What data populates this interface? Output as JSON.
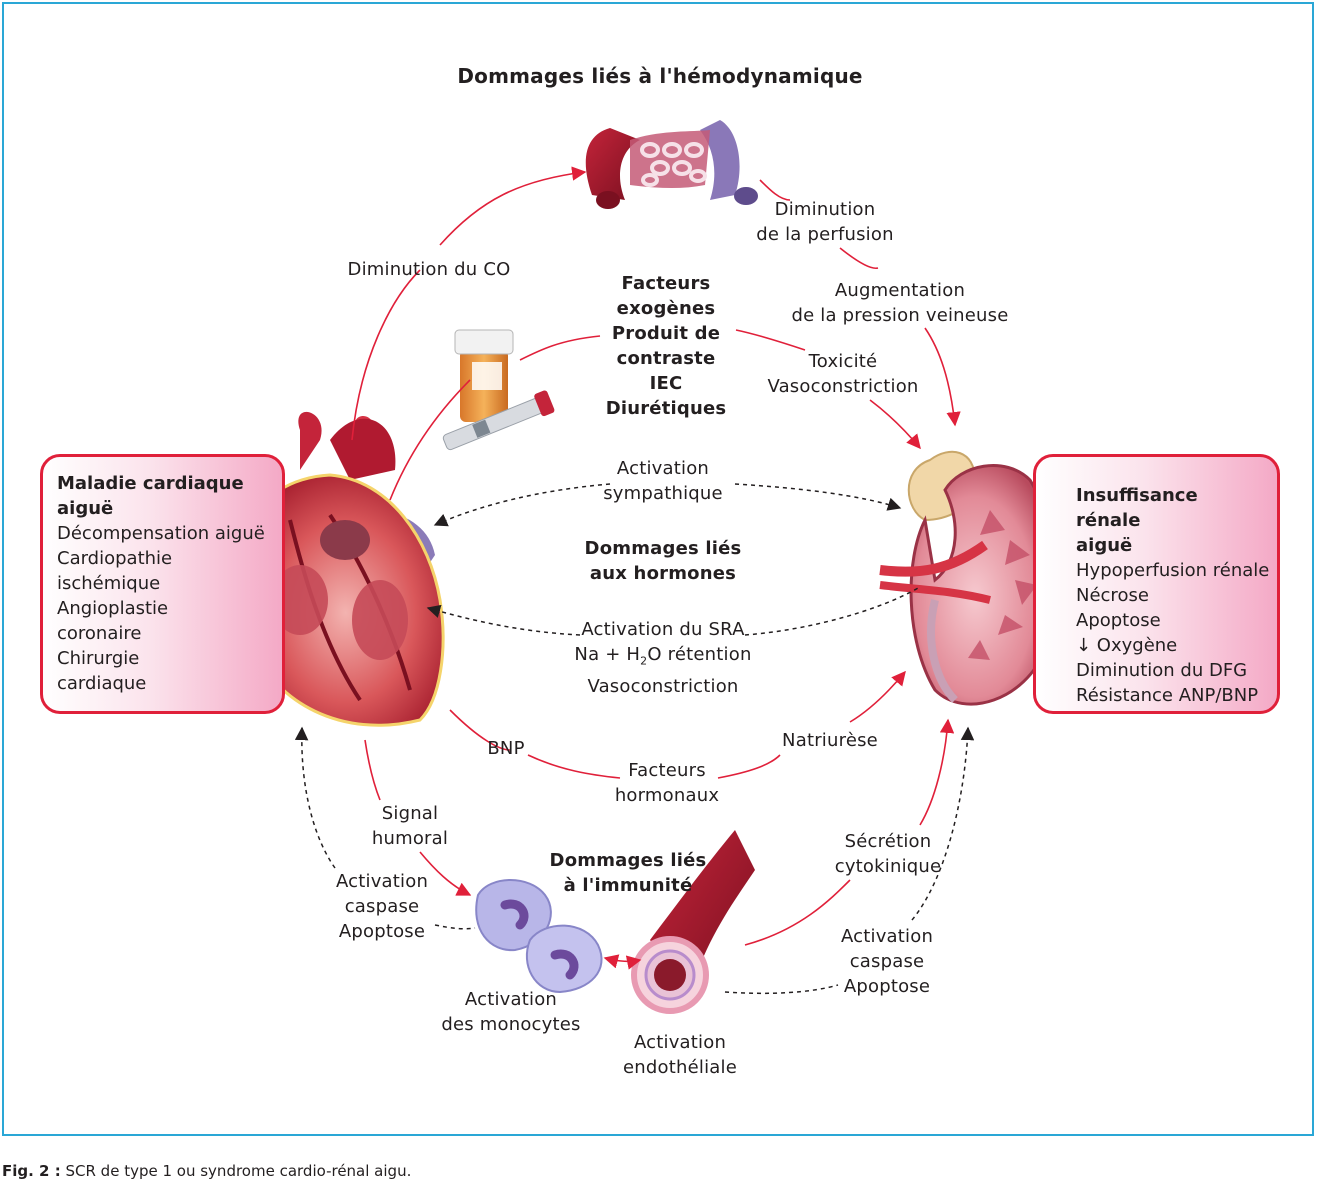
{
  "title_hemo": "Dommages liés à l'hémodynamique",
  "labels": {
    "diminution_co": "Diminution du CO",
    "diminution_perfusion_1": "Diminution",
    "diminution_perfusion_2": "de la perfusion",
    "augmentation_1": "Augmentation",
    "augmentation_2": "de la pression veineuse",
    "toxicite_1": "Toxicité",
    "toxicite_2": "Vasoconstriction",
    "activation_sympathique_1": "Activation",
    "activation_sympathique_2": "sympathique",
    "sra_1": "Activation du SRA",
    "sra_2a": "Na + H",
    "sra_2sub": "2",
    "sra_2b": "O rétention",
    "sra_3": "Vasoconstriction",
    "bnp": "BNP",
    "natriurese": "Natriurèse",
    "facteurs_horm_1": "Facteurs",
    "facteurs_horm_2": "hormonaux",
    "signal_1": "Signal",
    "signal_2": "humoral",
    "caspase_left_1": "Activation",
    "caspase_left_2": "caspase",
    "caspase_left_3": "Apoptose",
    "monocytes_1": "Activation",
    "monocytes_2": "des monocytes",
    "endothelial_1": "Activation",
    "endothelial_2": "endothéliale",
    "secretion_1": "Sécrétion",
    "secretion_2": "cytokinique",
    "caspase_right_1": "Activation",
    "caspase_right_2": "caspase",
    "caspase_right_3": "Apoptose"
  },
  "exogenous": [
    "Facteurs",
    "exogènes",
    "Produit de",
    "contraste",
    "IEC",
    "Diurétiques"
  ],
  "hormones_title": [
    "Dommages liés",
    "aux hormones"
  ],
  "immunity_title": [
    "Dommages liés",
    "à l'immunité"
  ],
  "cardiac_box": {
    "heading": [
      "Maladie cardiaque",
      "aiguë"
    ],
    "items": [
      "Décompensation aiguë",
      "Cardiopathie",
      "ischémique",
      "Angioplastie",
      "coronaire",
      "Chirurgie",
      "cardiaque"
    ]
  },
  "renal_box": {
    "heading": [
      "Insuffisance rénale",
      "aiguë"
    ],
    "items": [
      "Hypoperfusion rénale",
      "Nécrose",
      "Apoptose",
      "↓ Oxygène",
      "Diminution du DFG",
      "Résistance ANP/BNP"
    ]
  },
  "caption": {
    "label": "Fig. 2 :",
    "text": "SCR de type 1 ou syndrome cardio-rénal aigu."
  },
  "colors": {
    "arrow_red": "#e0203a",
    "frame_blue": "#2aa7d6",
    "box_pink": "#f4a9c6"
  }
}
